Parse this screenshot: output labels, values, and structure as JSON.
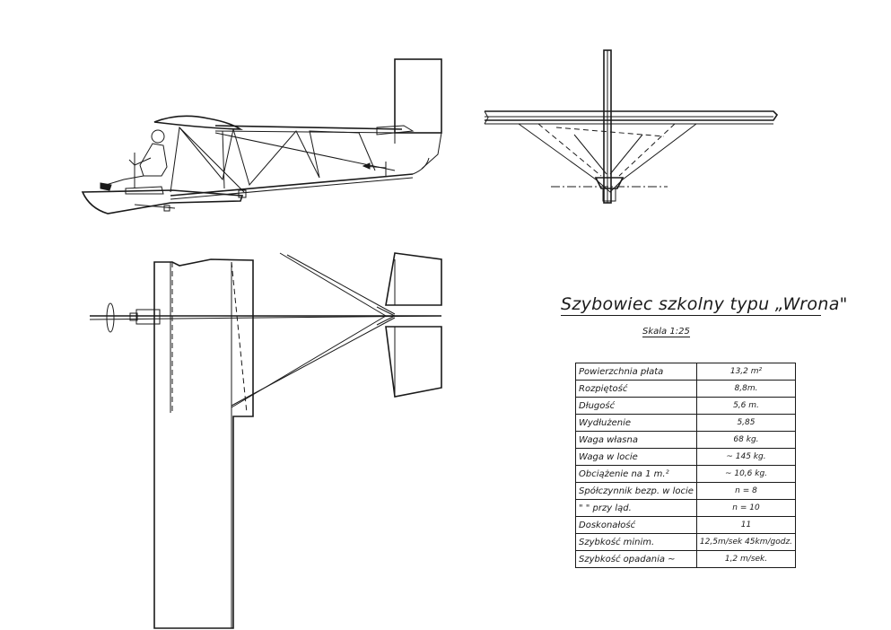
{
  "title": "Szybowiec szkolny typu „Wrona\"",
  "scale": "Skala 1:25",
  "specs": [
    {
      "label": "Powierzchnia płata",
      "value": "13,2 m²"
    },
    {
      "label": "Rozpiętość",
      "value": "8,8m."
    },
    {
      "label": "Długość",
      "value": "5,6 m."
    },
    {
      "label": "Wydłużenie",
      "value": "5,85"
    },
    {
      "label": "Waga własna",
      "value": "68 kg."
    },
    {
      "label": "Waga w locie",
      "value": "~ 145 kg."
    },
    {
      "label": "Obciążenie na 1 m.²",
      "value": "~ 10,6 kg."
    },
    {
      "label": "Spółczynnik bezp. w locie",
      "value": "n = 8"
    },
    {
      "label": "\"      \"    przy ląd.",
      "value": "n = 10"
    },
    {
      "label": "Doskonałość",
      "value": "11"
    },
    {
      "label": "Szybkość minim.",
      "value": "12,5m/sek 45km/godz."
    },
    {
      "label": "Szybkość opadania ~",
      "value": "1,2 m/sek."
    }
  ]
}
